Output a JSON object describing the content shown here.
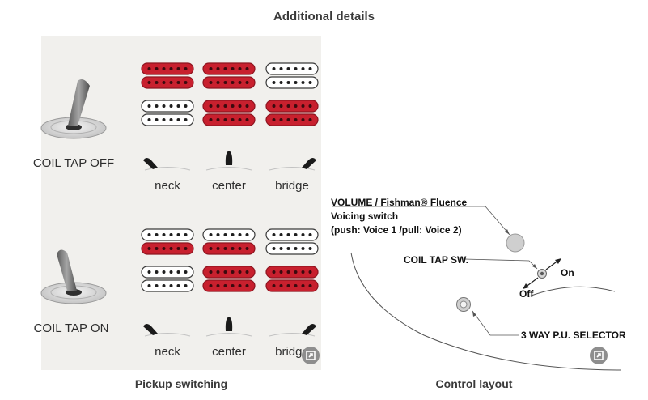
{
  "page": {
    "title": "Additional details"
  },
  "pickup_switching": {
    "caption": "Pickup switching",
    "positions": [
      "neck",
      "center",
      "bridge"
    ],
    "modes": [
      {
        "label": "COIL TAP OFF",
        "top_row": [
          [
            "red",
            "red"
          ],
          [
            "red",
            "red"
          ],
          [
            "white",
            "white"
          ]
        ],
        "bottom_row": [
          [
            "white",
            "white"
          ],
          [
            "red",
            "red"
          ],
          [
            "red",
            "red"
          ]
        ]
      },
      {
        "label": "COIL TAP ON",
        "top_row": [
          [
            "white",
            "red"
          ],
          [
            "white",
            "red"
          ],
          [
            "white",
            "white"
          ]
        ],
        "bottom_row": [
          [
            "white",
            "white"
          ],
          [
            "red",
            "red"
          ],
          [
            "red",
            "red"
          ]
        ]
      }
    ]
  },
  "control_layout": {
    "caption": "Control layout",
    "volume_label": [
      "VOLUME / Fishman® Fluence",
      "Voicing switch",
      "(push: Voice 1 /pull: Voice 2)"
    ],
    "coil_tap_label": "COIL TAP SW.",
    "coil_tap_on": "On",
    "coil_tap_off": "Off",
    "selector_label": "3 WAY P.U. SELECTOR"
  },
  "colors": {
    "red": "#c8202e",
    "white": "#ffffff",
    "panel": "#f1f0ed",
    "expand_button": "#8e8e8e"
  },
  "icons": {
    "expand": "expand-icon",
    "toggle": "toggle-switch-icon"
  }
}
